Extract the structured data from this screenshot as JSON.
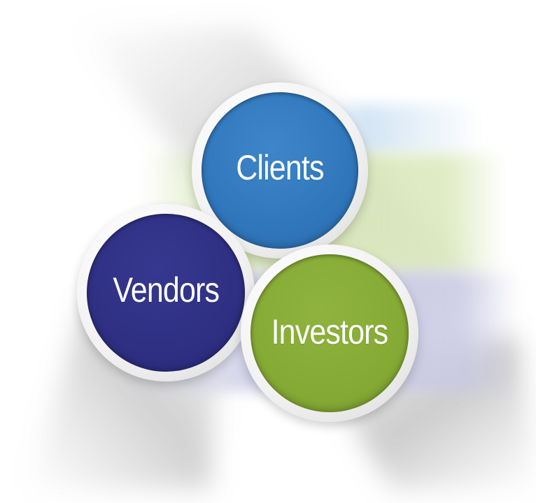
{
  "diagram": {
    "nodes": [
      {
        "id": "clients",
        "label": "Clients",
        "color": "#2f75ba"
      },
      {
        "id": "vendors",
        "label": "Vendors",
        "color": "#2e2f82"
      },
      {
        "id": "investors",
        "label": "Investors",
        "color": "#85aa34"
      }
    ],
    "band_colors": {
      "blue": "#cfe2f3",
      "green": "#d9e7b8",
      "purple": "#c9c9e4"
    }
  }
}
